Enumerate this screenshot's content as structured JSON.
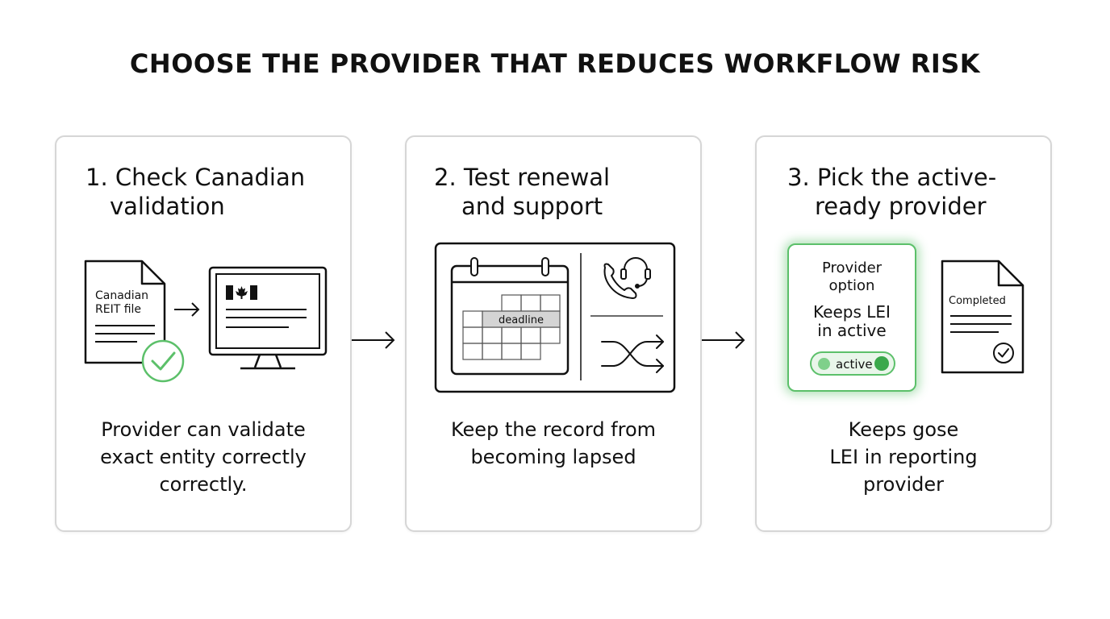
{
  "title": "CHOOSE THE PROVIDER THAT REDUCES WORKFLOW RISK",
  "steps": [
    {
      "title_line1": "1. Check Canadian",
      "title_line2": "validation",
      "doc_label_line1": "Canadian",
      "doc_label_line2": "REIT file",
      "desc_lines": [
        "Provider can validate",
        "exact entity correctly",
        "correctly."
      ]
    },
    {
      "title_line1": "2. Test renewal",
      "title_line2": "and support",
      "calendar_label": "deadline",
      "desc_lines": [
        "Keep the record from",
        "becoming lapsed"
      ]
    },
    {
      "title_line1": "3. Pick the active-",
      "title_line2": "ready provider",
      "provider_option_line1": "Provider",
      "provider_option_line2": "option",
      "keeps_line1": "Keeps  LEI",
      "keeps_line2": "in active",
      "toggle_label": "active",
      "doc_label": "Completed",
      "desc_lines": [
        "Keeps gose",
        "LEI in reportiոg",
        "provider"
      ]
    }
  ],
  "icons": [
    "document-icon",
    "check-circle-icon",
    "monitor-icon",
    "canada-flag-icon",
    "calendar-icon",
    "headset-phone-icon",
    "shuffle-icon",
    "completed-document-icon",
    "arrow-right-icon"
  ],
  "colors": {
    "accent_green": "#5cc06a",
    "border": "#d6d6d6",
    "ink": "#111111"
  }
}
